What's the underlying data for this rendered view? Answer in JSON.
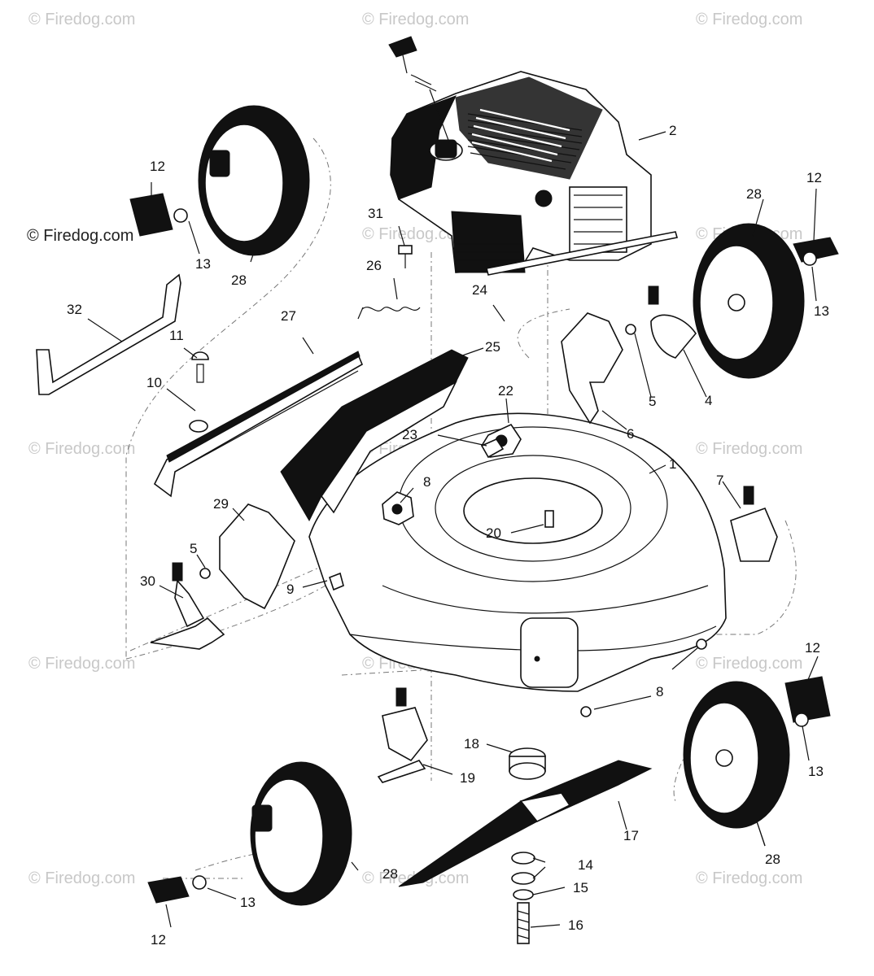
{
  "watermarks": {
    "text": "© Firedog.com",
    "count": 14
  },
  "callouts": {
    "c1": "1",
    "c2": "2",
    "c4": "4",
    "c5a": "5",
    "c5b": "5",
    "c6": "6",
    "c7": "7",
    "c8a": "8",
    "c8b": "8",
    "c9": "9",
    "c10": "10",
    "c11": "11",
    "c12a": "12",
    "c12b": "12",
    "c12c": "12",
    "c12d": "12",
    "c13a": "13",
    "c13b": "13",
    "c13c": "13",
    "c13d": "13",
    "c14": "14",
    "c15": "15",
    "c16": "16",
    "c17": "17",
    "c18": "18",
    "c19": "19",
    "c20": "20",
    "c22": "22",
    "c23": "23",
    "c24": "24",
    "c25": "25",
    "c26": "26",
    "c27": "27",
    "c28a": "28",
    "c28b": "28",
    "c28c": "28",
    "c28d": "28",
    "c29": "29",
    "c30": "30",
    "c31": "31",
    "c32": "32"
  },
  "colors": {
    "ink": "#111111",
    "watermark": "#c8c8c8",
    "background": "#ffffff"
  }
}
